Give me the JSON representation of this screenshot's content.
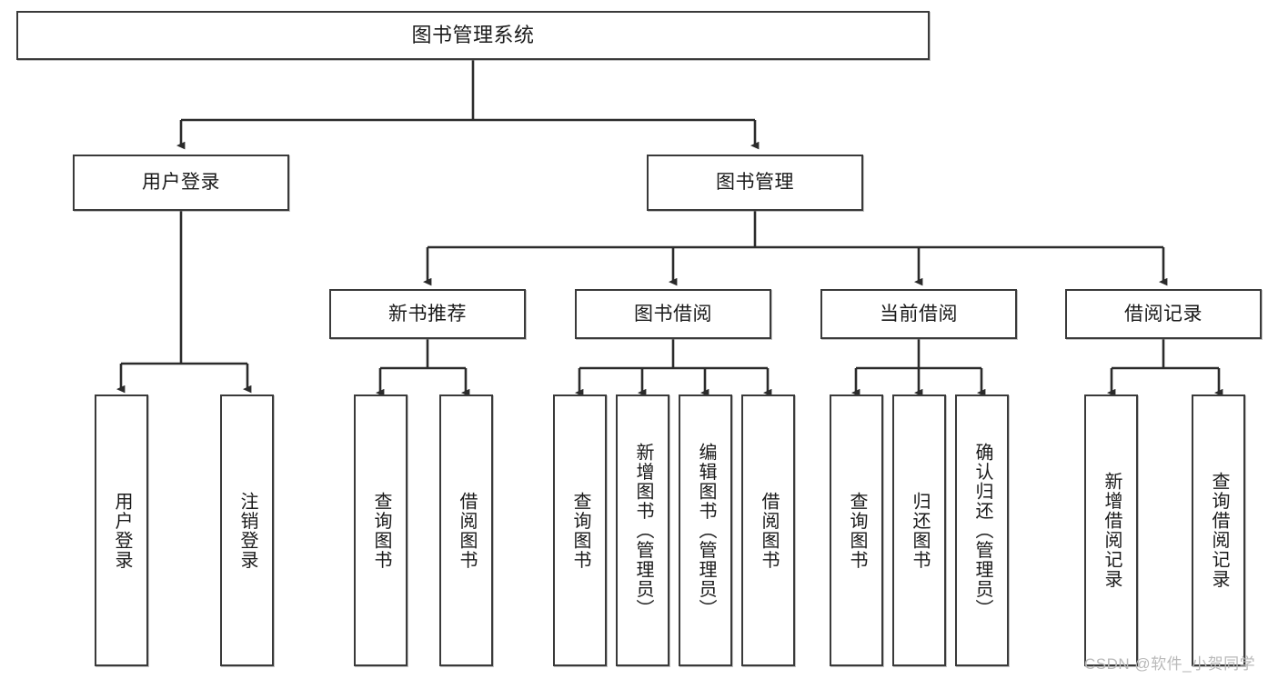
{
  "diagram": {
    "title": "图书管理系统",
    "type": "tree-hierarchy-chart",
    "colors": {
      "box_border": "#3a3a3a",
      "box_fill": "#ffffff",
      "connector": "#2b2b2b",
      "watermark": "#b9b9b9"
    },
    "watermark": "CSDN @软件_小贺同学",
    "levels": {
      "root": {
        "id": "root",
        "label": "图书管理系统"
      },
      "level2": [
        {
          "id": "user-login",
          "label": "用户登录"
        },
        {
          "id": "book-management",
          "label": "图书管理"
        }
      ],
      "level3": [
        {
          "id": "new-book-recommend",
          "label": "新书推荐",
          "parent": "book-management"
        },
        {
          "id": "book-borrow",
          "label": "图书借阅",
          "parent": "book-management"
        },
        {
          "id": "current-borrow",
          "label": "当前借阅",
          "parent": "book-management"
        },
        {
          "id": "borrow-record",
          "label": "借阅记录",
          "parent": "book-management"
        }
      ],
      "leaves": [
        {
          "id": "leaf-user-login",
          "label": "用户登录",
          "parent": "user-login"
        },
        {
          "id": "leaf-user-logout",
          "label": "注销登录",
          "parent": "user-login"
        },
        {
          "id": "leaf-query-book-1",
          "label": "查询图书",
          "parent": "new-book-recommend"
        },
        {
          "id": "leaf-borrow-book-1",
          "label": "借阅图书",
          "parent": "new-book-recommend"
        },
        {
          "id": "leaf-query-book-2",
          "label": "查询图书",
          "parent": "book-borrow"
        },
        {
          "id": "leaf-add-book",
          "label": "新增图书（管理员）",
          "parent": "book-borrow"
        },
        {
          "id": "leaf-edit-book",
          "label": "编辑图书（管理员）",
          "parent": "book-borrow"
        },
        {
          "id": "leaf-borrow-book-2",
          "label": "借阅图书",
          "parent": "book-borrow"
        },
        {
          "id": "leaf-query-book-3",
          "label": "查询图书",
          "parent": "current-borrow"
        },
        {
          "id": "leaf-return-book",
          "label": "归还图书",
          "parent": "current-borrow"
        },
        {
          "id": "leaf-confirm-return",
          "label": "确认归还（管理员）",
          "parent": "current-borrow"
        },
        {
          "id": "leaf-add-record",
          "label": "新增借阅记录",
          "parent": "borrow-record"
        },
        {
          "id": "leaf-query-record",
          "label": "查询借阅记录",
          "parent": "borrow-record"
        }
      ]
    }
  }
}
